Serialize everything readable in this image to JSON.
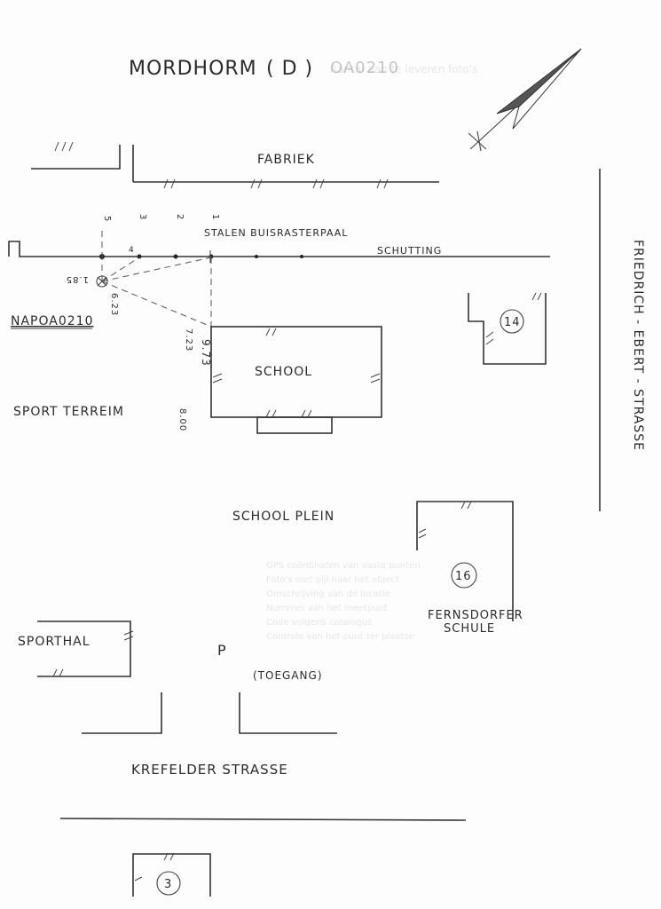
{
  "title": "MORDHORM",
  "country": "( D )",
  "code": "OA0210",
  "labels": {
    "fabriek": "FABRIEK",
    "stalen": "STALEN BUISRASTERPAAL",
    "schutting": "SCHUTTING",
    "napo": "NAPOA0210",
    "school": "SCHOOL",
    "sportterrein": "SPORT TERREIM",
    "schoolplein": "SCHOOL PLEIN",
    "sporthal": "SPORTHAL",
    "parking": "P",
    "toegang": "(TOEGANG)",
    "fernsdorfer": "FERNSDORFER",
    "schule": "SCHULE",
    "krefelder": "KREFELDER     STRASSE",
    "friedrich": "FRIEDRICH - EBERT - STRASSE",
    "num14": "14",
    "num16": "16",
    "num3": "3",
    "m1": "1",
    "m2": "2",
    "m3": "3",
    "m4": "4",
    "m5": "5",
    "d185": "1.85",
    "d623": "6.23",
    "d723": "7.23",
    "d973": "9.73",
    "d800": "8.00"
  },
  "background_form_text": [
    "Aantal aan te leveren foto's",
    "GPS coördinaten van vaste punten",
    "Foto's met pijl naar het object",
    "Omschrijving van de locatie",
    "Nummer van het meetpunt",
    "Code volgens catalogus",
    "Controle van het punt ter plaatse"
  ]
}
